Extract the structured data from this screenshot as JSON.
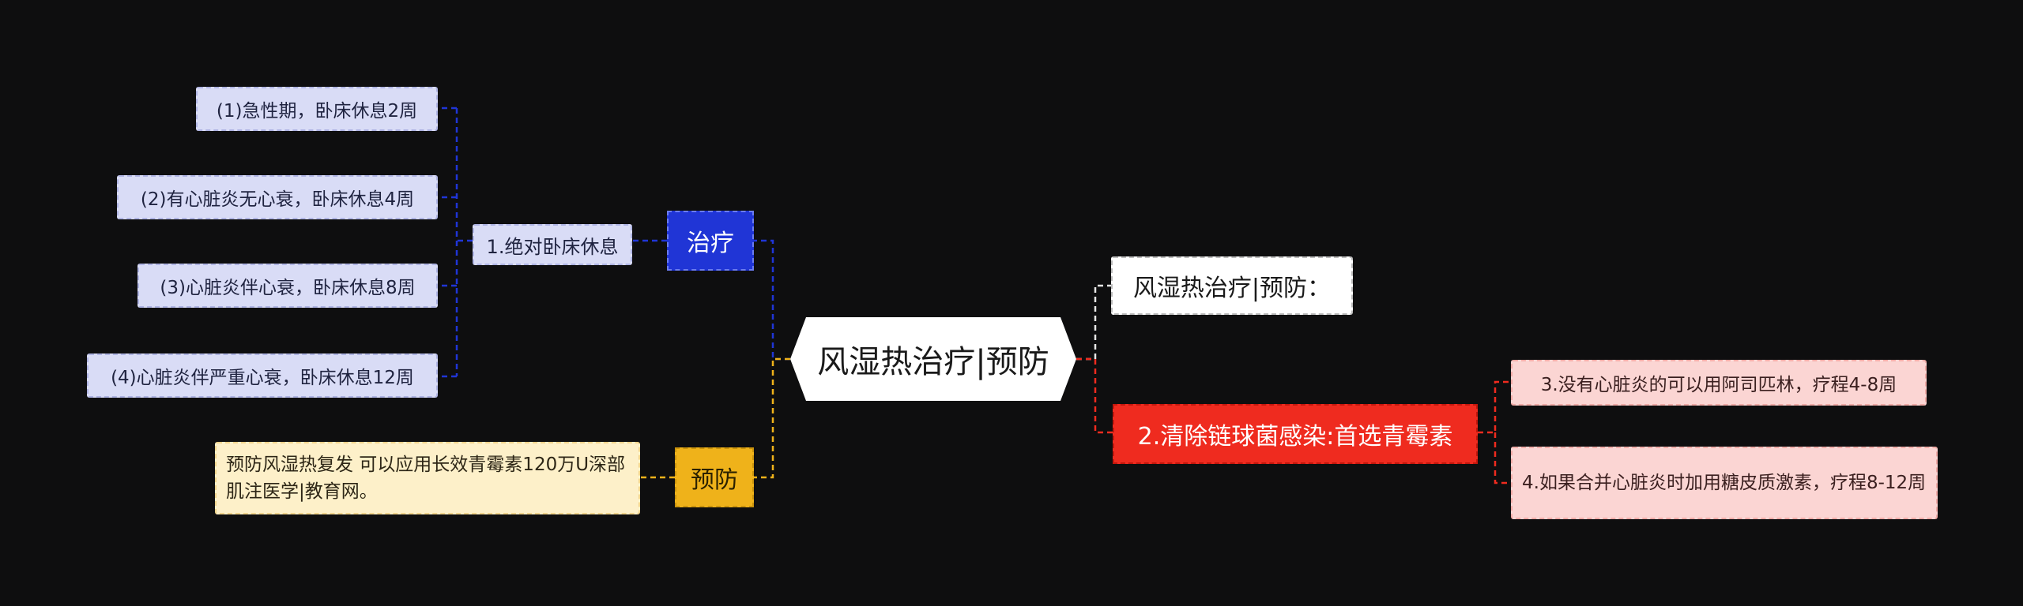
{
  "central": {
    "title": "风湿热治疗|预防"
  },
  "left": {
    "treatment": {
      "label": "治疗",
      "rest": {
        "label": "1.绝对卧床休息",
        "items": [
          "(1)急性期，卧床休息2周",
          "(2)有心脏炎无心衰，卧床休息4周",
          "(3)心脏炎伴心衰，卧床休息8周",
          "(4)心脏炎伴严重心衰，卧床休息12周"
        ]
      }
    },
    "prevention": {
      "label": "预防",
      "note": "预防风湿热复发 可以应用长效青霉素120万U深部肌注医学|教育网。"
    }
  },
  "right": {
    "heading": {
      "label": "风湿热治疗|预防："
    },
    "infection": {
      "label": "2.清除链球菌感染:首选青霉素",
      "items": [
        "3.没有心脏炎的可以用阿司匹林，疗程4-8周",
        "4.如果合并心脏炎时加用糖皮质激素，疗程8-12周"
      ]
    }
  },
  "colors": {
    "background": "#0e0e0f",
    "blue": "#2035d6",
    "yellow": "#efb21a",
    "red": "#ef2b1f",
    "white": "#ffffff"
  }
}
